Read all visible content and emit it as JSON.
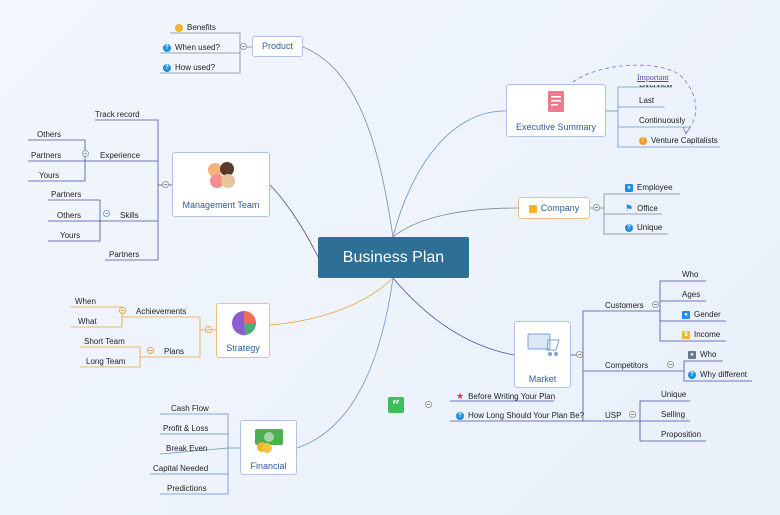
{
  "title": "Business Plan",
  "colors": {
    "central": "#2d6f95",
    "line_blue": "#6b93c8",
    "line_gray": "#7f8b96",
    "line_orange": "#e9a43a",
    "line_purple": "#4b4fa3",
    "relation": "#8a6fc4"
  },
  "branches": {
    "product": {
      "label": "Product",
      "items": [
        "Benefits",
        "When used?",
        "How used?"
      ]
    },
    "management": {
      "label": "Management Team",
      "track_record": "Track record",
      "experience": "Experience",
      "skills": "Skills",
      "partners": "Partners",
      "experience_items": [
        "Others",
        "Partners",
        "Yours"
      ],
      "skills_items": [
        "Partners",
        "Others",
        "Yours"
      ]
    },
    "strategy": {
      "label": "Strategy",
      "achievements": "Achievements",
      "plans": "Plans",
      "achievement_items": [
        "When",
        "What"
      ],
      "plan_items": [
        "Short Team",
        "Long Team"
      ]
    },
    "financial": {
      "label": "Financial",
      "items": [
        "Cash Flow",
        "Profit & Loss",
        "Break Even",
        "Capital Needed",
        "Predictions"
      ]
    },
    "executive": {
      "label": "Executive Summary",
      "items": [
        "Overview",
        "Last",
        "Continuously",
        "Venture Capitalists"
      ],
      "relation_label": "Important"
    },
    "company": {
      "label": "Company",
      "items": [
        "Employee",
        "Office",
        "Unique"
      ]
    },
    "market": {
      "label": "Market",
      "customers": "Customers",
      "competitors": "Competitors",
      "usp": "USP",
      "customer_items": [
        "Who",
        "Ages",
        "Gender",
        "Income"
      ],
      "competitor_items": [
        "Who",
        "Why different"
      ],
      "usp_items": [
        "Unique",
        "Selling",
        "Proposition"
      ]
    },
    "floating": {
      "items": [
        "Before Writing Your Plan",
        "How Long Should Your Plan Be?"
      ]
    }
  },
  "icons": {
    "quote": "quote-icon",
    "help": "question-icon",
    "star": "star-icon",
    "person": "person-icon",
    "flag": "flag-icon",
    "info": "info-icon"
  }
}
